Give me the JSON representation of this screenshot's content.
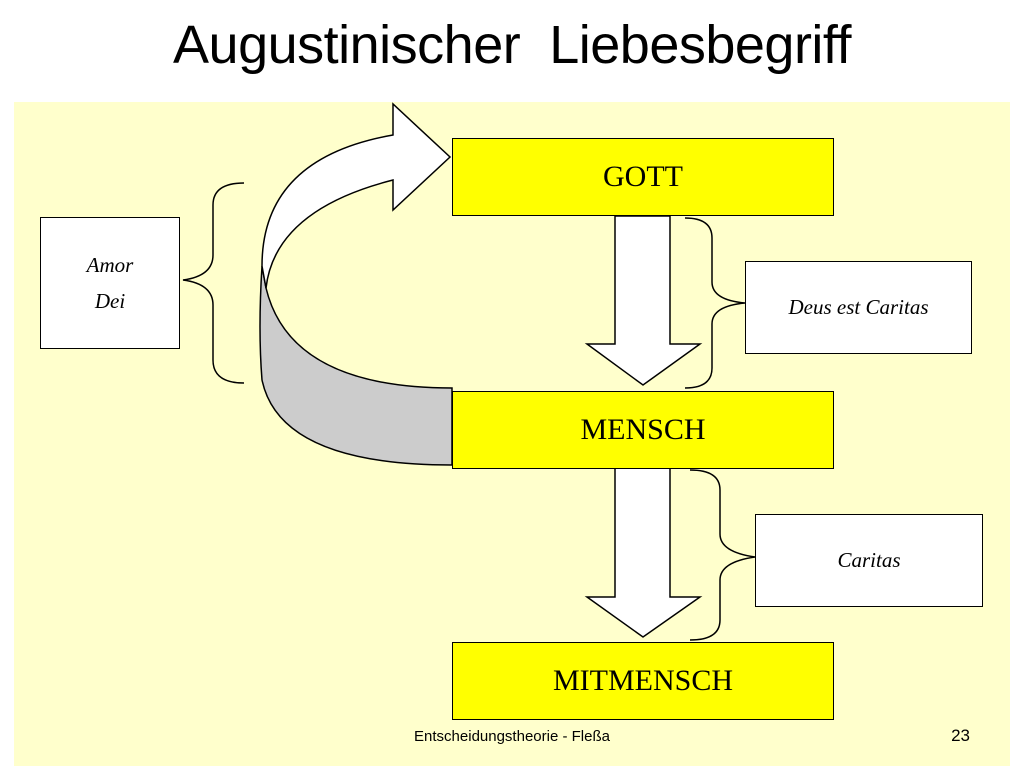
{
  "title": "Augustinischer  Liebesbegriff",
  "nodes": {
    "gott": "GOTT",
    "mensch": "MENSCH",
    "mitmensch": "MITMENSCH"
  },
  "labels": {
    "amor_line1": "Amor",
    "amor_line2": "Dei",
    "deus_est_caritas": "Deus est Caritas",
    "caritas": "Caritas"
  },
  "footer": {
    "text": "Entscheidungstheorie - Fleßa",
    "page_number": "23"
  },
  "colors": {
    "panel_background": "#ffffcc",
    "node_fill": "#ffff00",
    "label_fill": "#ffffff",
    "curved_arrow_side": "#cccccc"
  }
}
